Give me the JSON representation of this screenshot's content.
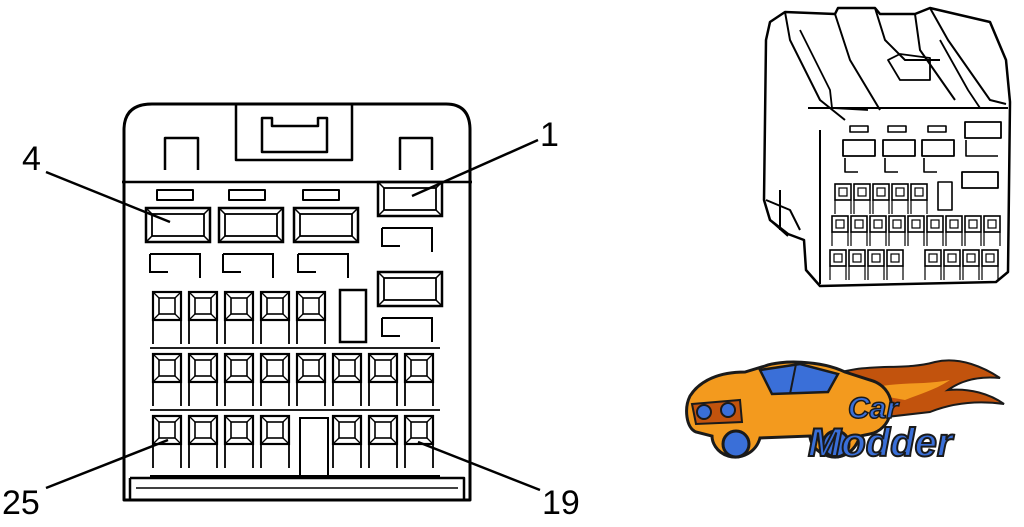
{
  "connector_face": {
    "pin_labels": {
      "top_left": "4",
      "top_right": "1",
      "bottom_left": "25",
      "bottom_right": "19"
    }
  },
  "logo": {
    "line1": "Car",
    "line2": "Modder",
    "colors": {
      "orange": "#f39a1e",
      "dark_orange": "#c2530d",
      "blue_fill": "#3a6fd8",
      "outline": "#1a1a1a"
    }
  },
  "colors": {
    "line": "#000000",
    "background": "#ffffff"
  }
}
